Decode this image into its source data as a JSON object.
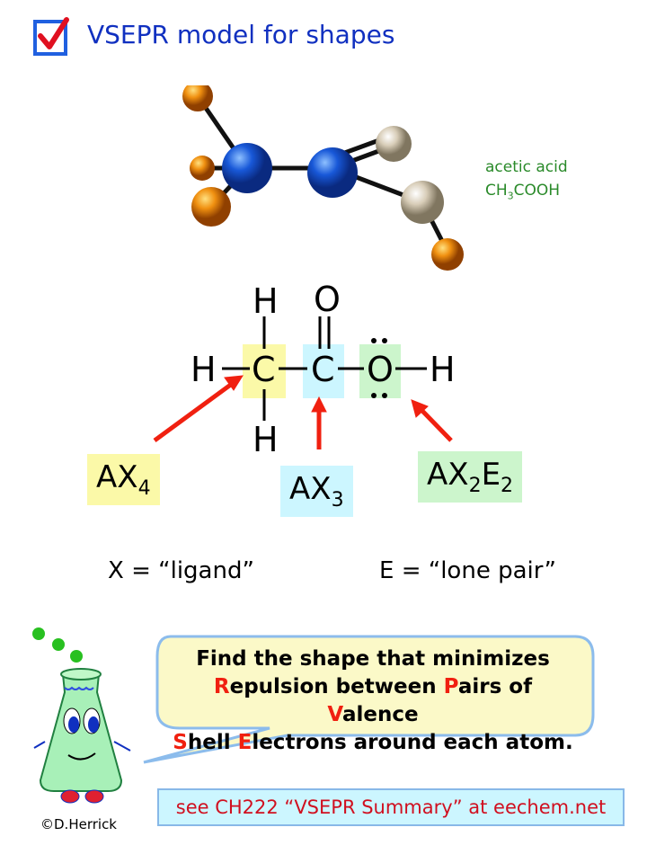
{
  "title": "VSEPR model for shapes",
  "molecule": {
    "name": "acetic acid",
    "formula_main": "CH",
    "formula_sub": "3",
    "formula_rest": "COOH"
  },
  "structure": {
    "atoms": {
      "h_top": "H",
      "o_top": "O",
      "h_left": "H",
      "c1": "C",
      "c2": "C",
      "o_right": "O",
      "h_right": "H",
      "h_bottom": "H"
    }
  },
  "labels": {
    "ax4": {
      "main": "AX",
      "sub": "4"
    },
    "ax3": {
      "main": "AX",
      "sub": "3"
    },
    "ax2e2": {
      "a": "AX",
      "sub1": "2",
      "b": "E",
      "sub2": "2"
    }
  },
  "definitions": {
    "x": "X = “ligand”",
    "e": "E = “lone pair”"
  },
  "bubble": {
    "line1": "Find the shape that minimizes",
    "R": "R",
    "w1": "epulsion between ",
    "P": "P",
    "w2": "airs of ",
    "V": "V",
    "w3": "alence",
    "S": "S",
    "w4": "hell ",
    "E": "E",
    "w5": "lectrons around each atom."
  },
  "link": "see CH222 “VSEPR Summary” at eechem.net",
  "credit": "©D.Herrick",
  "colors": {
    "title": "#1030c0",
    "yellow": "#fbf9a8",
    "cyan": "#ccf6ff",
    "green": "#ccf5cc",
    "arrow": "#f02010"
  }
}
